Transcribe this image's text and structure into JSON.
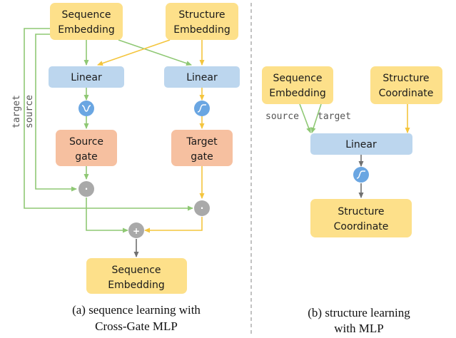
{
  "colors": {
    "yellow_box": "#fde08a",
    "blue_box": "#bcd6ee",
    "orange_box": "#f6c0a0",
    "green_line": "#8fc874",
    "yellow_line": "#f4c53d",
    "gray_line": "#707070",
    "op_circle": "#a9a9a9",
    "sigma_circle": "#6aa6e2",
    "divider": "#9a9a9a"
  },
  "panel_a": {
    "seq_embed": [
      "Sequence",
      "Embedding"
    ],
    "struct_embed": [
      "Structure",
      "Embedding"
    ],
    "linear_left": "Linear",
    "linear_right": "Linear",
    "source_gate": [
      "Source",
      "gate"
    ],
    "target_gate": [
      "Target",
      "gate"
    ],
    "output": [
      "Sequence",
      "Embedding"
    ],
    "label_target": "target",
    "label_source": "source",
    "dot_op": "·",
    "plus_op": "+",
    "caption": [
      "(a) sequence learning with",
      "Cross-Gate MLP"
    ]
  },
  "panel_b": {
    "seq_embed": [
      "Sequence",
      "Embedding"
    ],
    "struct_coord": [
      "Structure",
      "Coordinate"
    ],
    "linear": "Linear",
    "output": [
      "Structure",
      "Coordinate"
    ],
    "label_source": "source",
    "label_target": "target",
    "caption": [
      "(b) structure learning",
      "with MLP"
    ]
  }
}
